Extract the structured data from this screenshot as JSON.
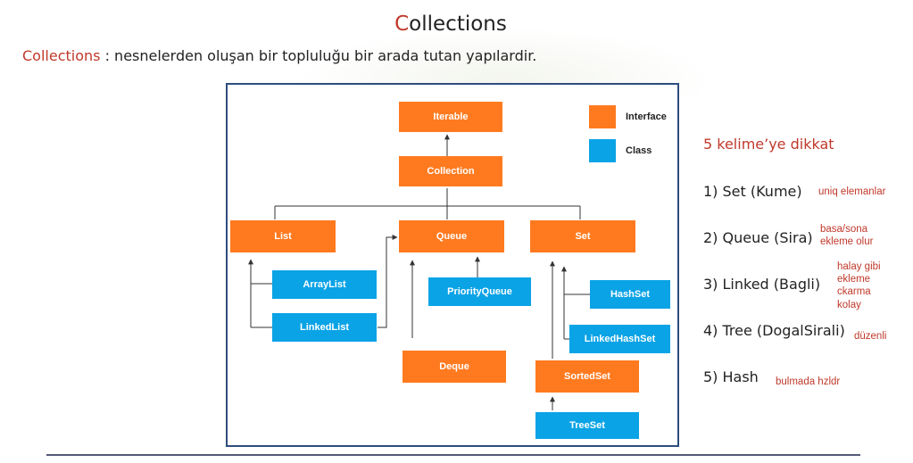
{
  "title": {
    "first_letter": "C",
    "rest": "ollections"
  },
  "subtitle": {
    "keyword": "Collections",
    "text": " : nesnelerden oluşan bir topluluğu bir arada tutan yapılardir."
  },
  "diagram": {
    "nodes": {
      "iterable": "Iterable",
      "collection": "Collection",
      "list": "List",
      "queue": "Queue",
      "set": "Set",
      "arraylist": "ArrayList",
      "linkedlist": "LinkedList",
      "priorityqueue": "PriorityQueue",
      "deque": "Deque",
      "hashset": "HashSet",
      "linkedhashset": "LinkedHashSet",
      "sortedset": "SortedSet",
      "treeset": "TreeSet"
    },
    "legend": {
      "interface": "Interface",
      "class": "Class"
    },
    "colors": {
      "interface": "#ff7a1f",
      "class": "#0aa3e6"
    }
  },
  "right": {
    "title": "5 kelime’ye dikkat",
    "items": [
      {
        "label": "1) Set (Kume)",
        "note": "uniq elemanlar"
      },
      {
        "label": "2) Queue (Sira)",
        "note_line1": "basa/sona",
        "note_line2": "ekleme olur"
      },
      {
        "label": "3) Linked (Bagli)",
        "note_line1": "halay gibi",
        "note_line2": "ekleme",
        "note_line3": "ckarma",
        "note_line4": "kolay"
      },
      {
        "label": "4) Tree (DogalSirali)",
        "note": "düzenli"
      },
      {
        "label": "5) Hash",
        "note": "bulmada hzldr"
      }
    ]
  }
}
